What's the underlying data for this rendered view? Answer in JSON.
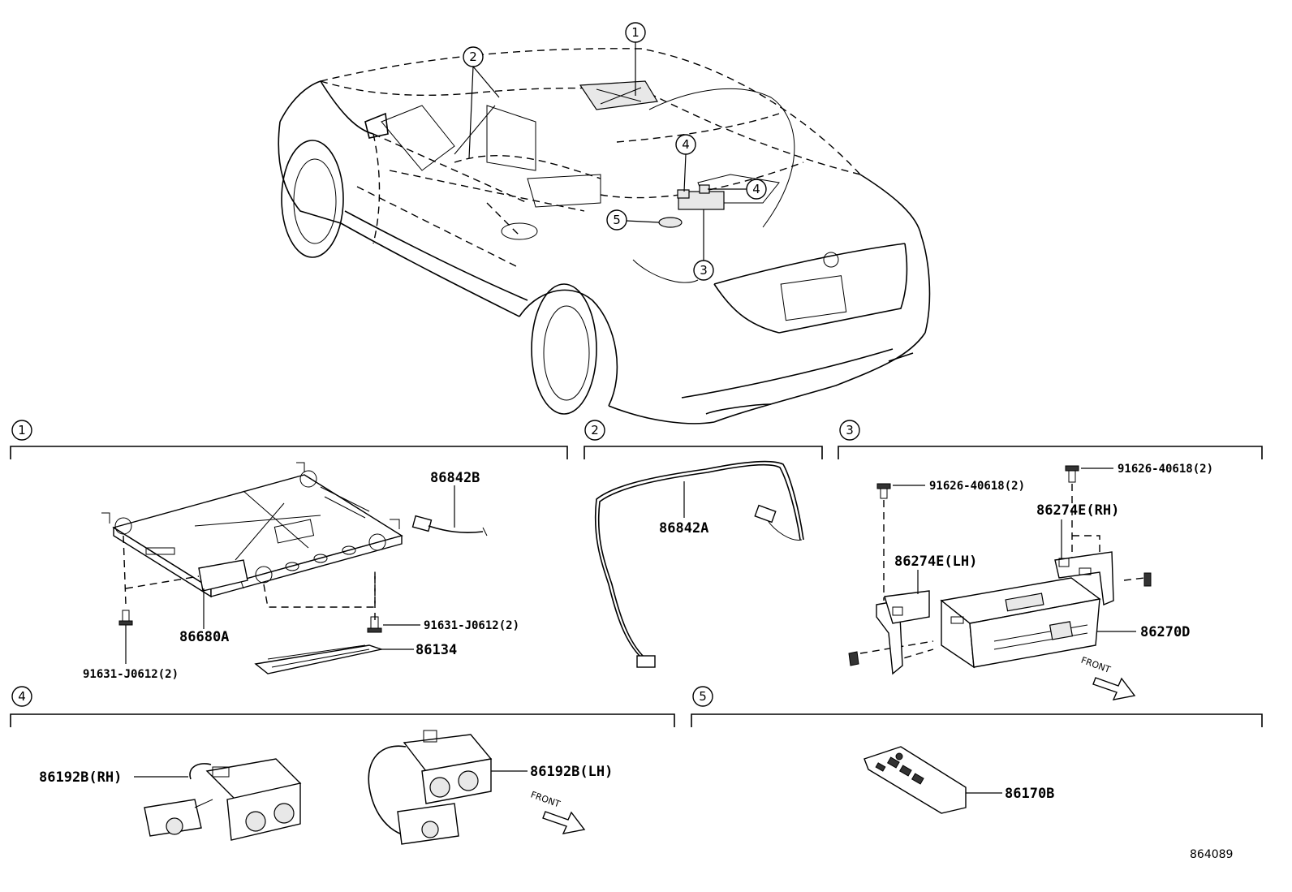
{
  "callouts": {
    "c1": "1",
    "c2": "2",
    "c3": "3",
    "c4": "4",
    "c5": "5"
  },
  "sections": [
    {
      "number": "1"
    },
    {
      "number": "2"
    },
    {
      "number": "3"
    },
    {
      "number": "4"
    },
    {
      "number": "5"
    }
  ],
  "parts": {
    "p86842B": "86842B",
    "p86680A": "86680A",
    "p91631_a": "91631-J0612(2)",
    "p91631_b": "91631-J0612(2)",
    "p86134": "86134",
    "p86842A": "86842A",
    "p91626_a": "91626-40618(2)",
    "p91626_b": "91626-40618(2)",
    "p86274E_RH": "86274E(RH)",
    "p86274E_LH": "86274E(LH)",
    "p86270D": "86270D",
    "p86192B_RH": "86192B(RH)",
    "p86192B_LH": "86192B(LH)",
    "p86170B": "86170B"
  },
  "front_marks": {
    "f3": "FRONT",
    "f4": "FRONT"
  },
  "diagram_id": "864089"
}
